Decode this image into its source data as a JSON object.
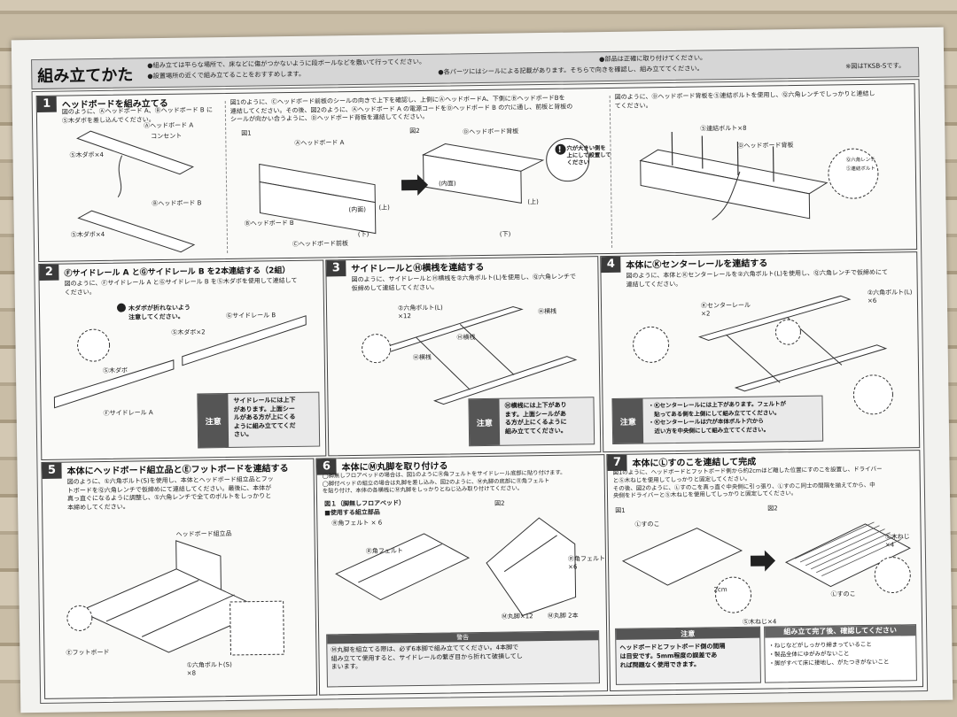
{
  "header": {
    "title": "組み立てかた",
    "notes": [
      "●組み立ては平らな場所で、床などに傷がつかないように段ボールなどを敷いて行ってください。",
      "●設置場所の近くで組み立てることをおすすめします。",
      "●各パーツにはシールによる記載があります。そちらで向きを確認し、組み立ててください。",
      "●部品は正確に取り付けてください。"
    ],
    "model_note": "※図はTKSB-Sです。"
  },
  "steps": {
    "s1": {
      "num": "1",
      "title": "ヘッドボードを組み立てる",
      "desc_a": "図のように、Ⓐヘッドボード A、Ⓑヘッドボード B に\nⓈ木ダボを差し込んでください。",
      "desc_b": "図1のように、Ⓒヘッドボード前板のシールの向きで上下を確認し、上側にⒶヘッドボードA、下側にⒷヘッドボードBを\n連結してください。その後、図2のように、Ⓐヘッドボード A の電源コードをⒹヘッドボード B の穴に通し、前板と背板の\nシールが向かい合うように、Ⓓヘッドボード背板を連結してください。",
      "desc_c": "図のように、Ⓓヘッドボード背板をⓈ連結ボルトを使用し、Ⓠ六角レンチでしっかりと連結し\nてください。",
      "labels": {
        "hbA": "Ⓐヘッドボード A",
        "outlet": "コンセント",
        "dowel4a": "Ⓢ木ダボ×4",
        "hbB": "Ⓑヘッドボード B",
        "dowel4b": "Ⓢ木ダボ×4",
        "fig1": "図1",
        "fig2": "図2",
        "hbA2": "Ⓐヘッドボード A",
        "hbB2": "Ⓑヘッドボード B",
        "front": "Ⓒヘッドボード前板",
        "back": "Ⓓヘッドボード背板",
        "inner": "(内面)",
        "inner2": "(内面)",
        "up": "(上)",
        "down": "(下)",
        "up2": "(上)",
        "down2": "(下)",
        "hole_note": "穴が大きい側を\n上にして設置して\nください",
        "bolt8": "Ⓢ連結ボルト×8",
        "back2": "Ⓓヘッドボード背板",
        "wrench": "Ⓠ六角レンチ",
        "bolt": "Ⓢ連結ボルト"
      }
    },
    "s2": {
      "num": "2",
      "title": "Ⓕサイドレール A とⒼサイドレール B を2本連結する（2組）",
      "desc": "図のように、Ⓕサイドレール A とⒼサイドレール B をⓈ木ダボを使用して連結して\nください。",
      "warn": "木ダボが折れないよう\n注意してください。",
      "dowel2": "Ⓢ木ダボ×2",
      "railB": "Ⓖサイドレール B",
      "dowel": "Ⓢ木ダボ",
      "railA": "Ⓕサイドレール A",
      "caution_tag": "注意",
      "caution": "サイドレールには上下\nがあります。上面シー\nルがある方が上にくる\nように組み立ててくだ\nさい。"
    },
    "s3": {
      "num": "3",
      "title": "サイドレールとⒽ横桟を連結する",
      "desc": "図のように、サイドレールとⒽ横桟を②六角ボルト(L)を使用し、Ⓠ六角レンチで\n仮締めして連結してください。",
      "bolt12": "②六角ボルト(L)\n×12",
      "beam1": "Ⓗ横桟",
      "beam2": "Ⓗ横桟",
      "beam3": "Ⓗ横桟",
      "caution_tag": "注意",
      "caution": "Ⓗ横桟には上下があり\nます。上面シールがあ\nる方が上にくるように\n組み立ててください。"
    },
    "s4": {
      "num": "4",
      "title": "本体にⓀセンターレールを連結する",
      "desc": "図のように、本体とⓀセンターレールを②六角ボルト(L)を使用し、Ⓠ六角レンチで仮締めにて\n連結してください。",
      "center": "Ⓚセンターレール\n×2",
      "bolt6": "②六角ボルト(L)\n×6",
      "caution_tag": "注意",
      "caution": "・Ⓚセンターレールには上下があります。フェルトが\n　貼ってある側を上側にして組み立ててください。\n・Ⓚセンターレールは穴が本体ボルト穴から\n　近い方を中央側にして組み立ててください。"
    },
    "s5": {
      "num": "5",
      "title": "本体にヘッドボード組立品とⒺフットボードを連結する",
      "desc": "図のように、①六角ボルト(S)を使用し、本体とヘッドボード組立品とフッ\nトボードをⓆ六角レンチで仮締めにて連結してください。最後に、本体が\n真っ直ぐになるように調整し、①六角レンチで全てのボルトをしっかりと\n本締めしてください。",
      "hb": "ヘッドボード組立品",
      "fb": "Ⓔフットボード",
      "boltS": "①六角ボルト(S)\n×8"
    },
    "s6": {
      "num": "6",
      "title": "本体にⓂ丸脚を取り付ける",
      "desc": "◯脚無しフロアベッドの場合は、図1のようにⓇ角フェルトをサイドレール底部に貼り付けます。\n◯脚付ベッドの組立の場合は丸脚を差し込み、図2のように、Ⓜ丸脚の底部にⓇ角フェルト\nを貼り付け、本体の各横桟にⓂ丸脚をしっかりとねじ込み取り付けてください。",
      "fig1": "図１（脚無しフロアベッド）",
      "parts": "■使用する組立部品",
      "felt6": "Ⓡ角フェルト × 6",
      "fig2": "図2",
      "felt": "Ⓡ角フェルト",
      "felt6b": "Ⓡ角フェルト\n×6",
      "leg12": "Ⓜ丸脚×12",
      "leg2": "Ⓜ丸脚 2本",
      "warn_tag": "警告",
      "warn": "Ⓜ丸脚を組立てる際は、必ず6本脚で組み立ててください。4本脚で\n組み立てて使用すると、サイドレールの繋ぎ目から折れて破損してし\nまいます。"
    },
    "s7": {
      "num": "7",
      "title": "本体にⓁすのこを連結して完成",
      "desc": "図1のように、ヘッドボードとフットボード側から約2cmほど離した位置にすのこを設置し、ドライバー\nとⓈ木ねじを使用してしっかりと固定してください。\nその後、図2のように、Ⓛすのこを真っ直ぐ中央側に引っ張り、Ⓛすのこ同士の間隔を揃えてから、中\n央側をドライバーとⓈ木ねじを使用してしっかりと固定してください。",
      "fig1": "図1",
      "fig2": "図2",
      "slat": "Ⓛすのこ",
      "slat2": "Ⓛすのこ",
      "cm": "2cm",
      "screw4": "Ⓢ木ねじ×4",
      "screw4b": "Ⓢ木ねじ\n×4",
      "caution_tag": "注意",
      "caution": "ヘッドボードとフットボード側の間隔\nは目安です。5mm程度の誤差であ\nれば問題なく使用できます。",
      "check_title": "組み立て完了後、確認してください",
      "checks": "・ねじなどがしっかり締まっていること\n・製品全体にゆがみがないこと\n・脚がすべて床に接地し、がたつきがないこと"
    }
  }
}
